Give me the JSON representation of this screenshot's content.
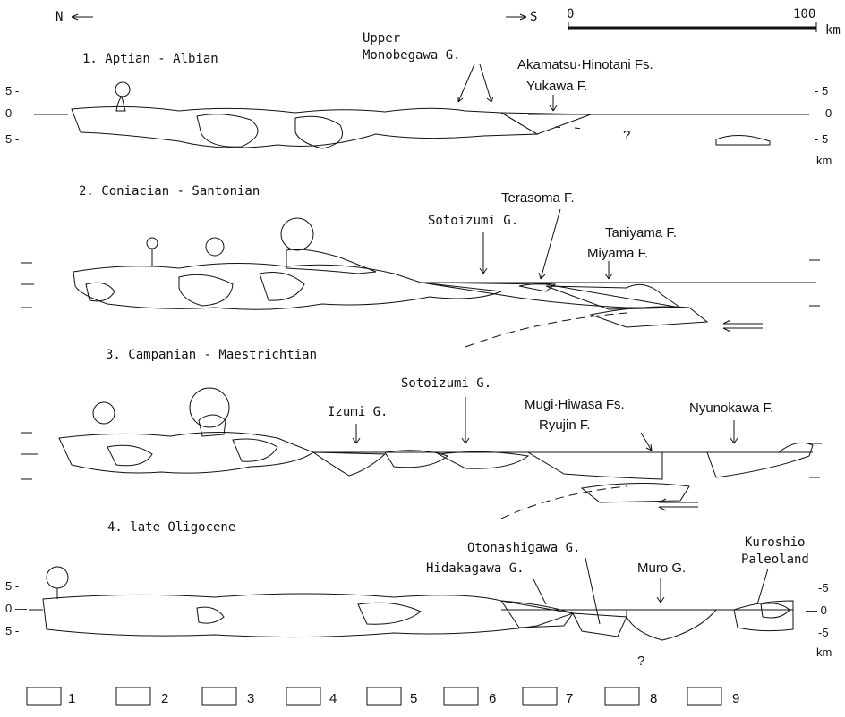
{
  "header": {
    "north_label": "N",
    "south_label": "S",
    "scale_start": "0",
    "scale_end": "100",
    "scale_unit": "km"
  },
  "sections": [
    {
      "title": "1. Aptian - Albian",
      "labels": [
        "Upper",
        "Monobegawa G.",
        "Akamatsu·Hinotani Fs.",
        "Yukawa F.",
        "?"
      ],
      "axis_left": [
        "5 -",
        "0 —",
        "5 -"
      ],
      "axis_right": [
        "- 5",
        "0",
        "- 5",
        "km"
      ]
    },
    {
      "title": "2. Coniacian - Santonian",
      "labels": [
        "Terasoma F.",
        "Sotoizumi G.",
        "Taniyama F.",
        "Miyama F."
      ]
    },
    {
      "title": "3. Campanian - Maestrichtian",
      "labels": [
        "Sotoizumi G.",
        "Izumi G.",
        "Mugi·Hiwasa Fs.",
        "Ryujin F.",
        "Nyunokawa F."
      ]
    },
    {
      "title": "4. late Oligocene",
      "labels": [
        "Kuroshio",
        "Paleoland",
        "Otonashigawa G.",
        "Hidakagawa G.",
        "Muro G.",
        "?"
      ],
      "axis_left": [
        "5 -",
        "0 —",
        "5 -"
      ],
      "axis_right": [
        "-5",
        "— 0",
        "-5",
        "km"
      ]
    }
  ],
  "legend": [
    "1",
    "2",
    "3",
    "4",
    "5",
    "6",
    "7",
    "8",
    "9"
  ]
}
